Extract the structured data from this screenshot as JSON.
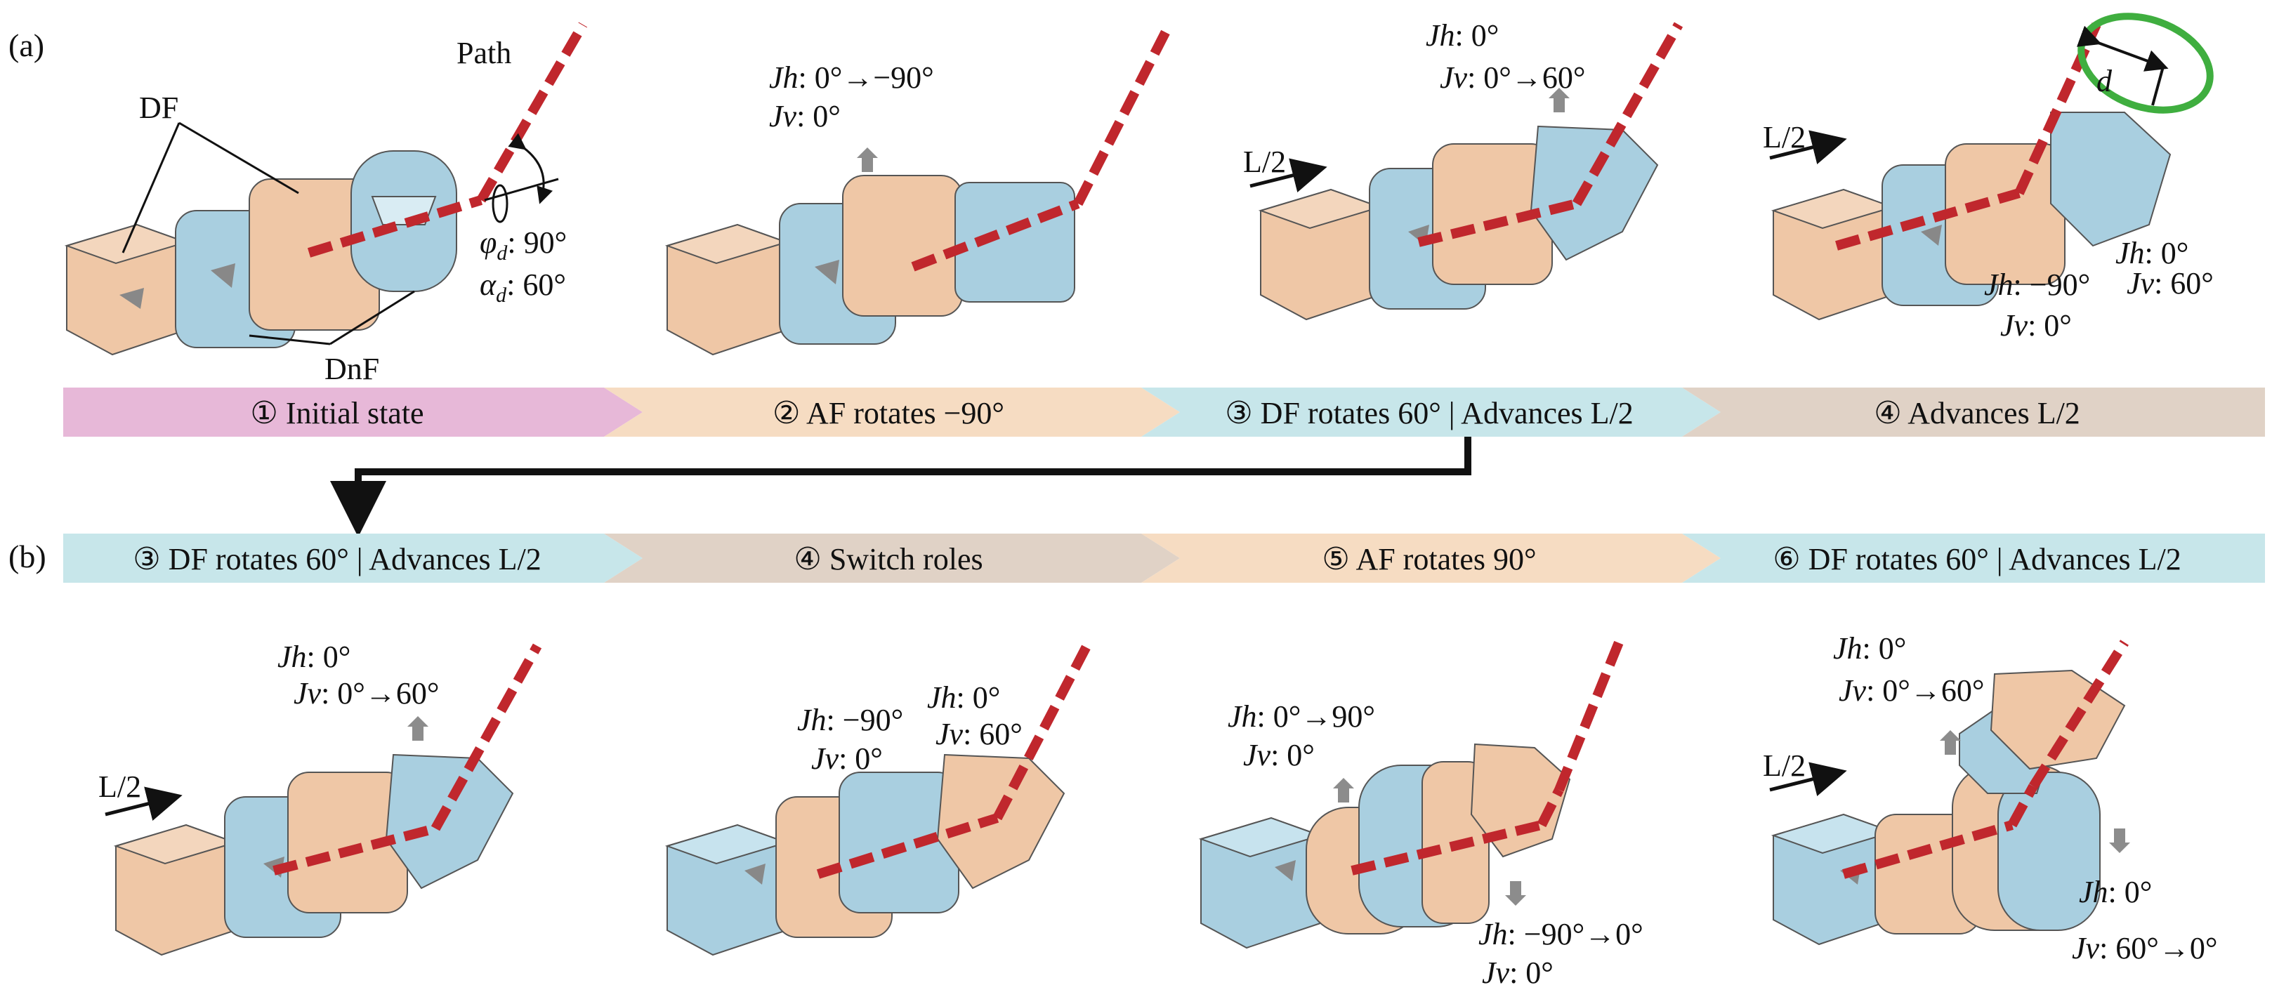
{
  "panels": {
    "a": "(a)",
    "b": "(b)"
  },
  "colors": {
    "path": "#c0272d",
    "module_tan": "#efc7a6",
    "module_blue": "#a9cfe0",
    "highlight": "#3fae3f",
    "arrow_gray": "#8c8c8c",
    "banner_pink": "#e7b8d8",
    "banner_orange": "#f6dcc2",
    "banner_cyan": "#c7e6ea",
    "banner_taupe": "#e0d2c6"
  },
  "row_a": {
    "banners": [
      {
        "label": "① Initial state",
        "color": "#e7b8d8"
      },
      {
        "label": "② AF rotates −90°",
        "color": "#f6dcc2"
      },
      {
        "label": "③ DF rotates 60° | Advances L/2",
        "color": "#c7e6ea"
      },
      {
        "label": "④ Advances L/2",
        "color": "#e0d2c6"
      }
    ],
    "annotations": {
      "path": "Path",
      "df": "DF",
      "dnf": "DnF",
      "phi_sym": "φ",
      "phi_sub": "d",
      "phi_val": ": 90°",
      "alpha_sym": "α",
      "alpha_sub": "d",
      "alpha_val": ": 60°",
      "p2_jh": ": 0°→−90°",
      "p2_jv": ": 0°",
      "p3_jh": ": 0°",
      "p3_jv": ": 0°→60°",
      "p3_adv": "L/2",
      "p4_adv": "L/2",
      "p4_d": "d",
      "p4_jh1": ": −90°",
      "p4_jv1": ": 0°",
      "p4_jh2": ": 0°",
      "p4_jv2": ": 60°"
    }
  },
  "row_b": {
    "banners": [
      {
        "label": "③ DF rotates 60° | Advances L/2",
        "color": "#c7e6ea"
      },
      {
        "label": "④ Switch roles",
        "color": "#e0d2c6"
      },
      {
        "label": "⑤ AF rotates 90°",
        "color": "#f6dcc2"
      },
      {
        "label": "⑥ DF rotates 60° | Advances L/2",
        "color": "#c7e6ea"
      }
    ],
    "annotations": {
      "p1_adv": "L/2",
      "p1_jh": ": 0°",
      "p1_jv": ": 0°→60°",
      "p2_jh1": ": −90°",
      "p2_jv1": ": 0°",
      "p2_jh2": ": 0°",
      "p2_jv2": ": 60°",
      "p3_jh": ": 0°→90°",
      "p3_jv": ": 0°",
      "p3_jh2": ": −90°→0°",
      "p3_jv2": ": 0°",
      "p4_adv": "L/2",
      "p4_jh": ": 0°",
      "p4_jv": ": 0°→60°",
      "p4_jh2": ": 0°",
      "p4_jv2": ": 60°→0°"
    }
  },
  "joint_labels": {
    "jh": "Jh",
    "jv": "Jv"
  }
}
